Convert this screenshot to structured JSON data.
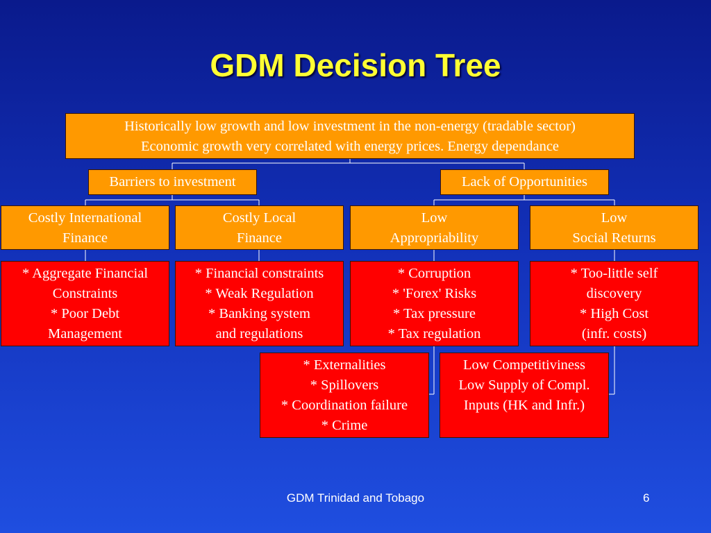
{
  "slide": {
    "title": "GDM Decision Tree",
    "footer_text": "GDM Trinidad and Tobago",
    "page_number": "6"
  },
  "tree": {
    "root": {
      "line1": "Historically low growth and low investment in the non-energy (tradable sector)",
      "line2": "Economic growth very correlated with energy prices. Energy dependance"
    },
    "barriers": "Barriers to investment",
    "opportunities": "Lack of Opportunities",
    "costly_international": [
      "Costly International",
      "Finance"
    ],
    "costly_local": [
      "Costly Local",
      "Finance"
    ],
    "low_appropriability": [
      "Low",
      "Appropriability"
    ],
    "low_social_returns": [
      "Low",
      "Social Returns"
    ],
    "intl_details": [
      "* Aggregate Financial",
      "Constraints",
      "* Poor Debt",
      "Management"
    ],
    "local_details": [
      "* Financial constraints",
      "* Weak Regulation",
      "* Banking system",
      "and regulations"
    ],
    "appropriability_details": [
      "* Corruption",
      "* 'Forex' Risks",
      "* Tax pressure",
      "* Tax regulation"
    ],
    "social_details": [
      "* Too-little self",
      "discovery",
      "* High Cost",
      "(infr. costs)"
    ],
    "externalities_details": [
      "* Externalities",
      "* Spillovers",
      "* Coordination failure",
      "* Crime"
    ],
    "competitiveness_details": [
      "Low Competitiviness",
      "Low Supply of Compl.",
      "Inputs (HK and Infr.)"
    ]
  },
  "colors": {
    "background": "#1230b8",
    "title": "#ffff33",
    "orange_box": "#ff9900",
    "red_box": "#ff0000",
    "connector": "#ffffff"
  }
}
